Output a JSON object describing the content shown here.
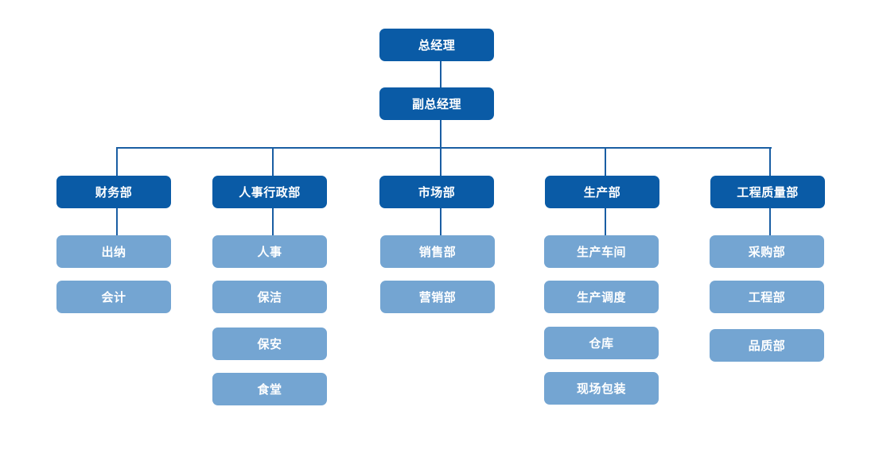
{
  "colors": {
    "primary": "#0a5ba6",
    "secondary": "#74a5d2",
    "connector": "#1a5ea3"
  },
  "top": {
    "ceo": "总经理",
    "deputy": "副总经理"
  },
  "departments": [
    {
      "name": "财务部",
      "children": [
        "出纳",
        "会计"
      ]
    },
    {
      "name": "人事行政部",
      "children": [
        "人事",
        "保洁",
        "保安",
        "食堂"
      ]
    },
    {
      "name": "市场部",
      "children": [
        "销售部",
        "营销部"
      ]
    },
    {
      "name": "生产部",
      "children": [
        "生产车间",
        "生产调度",
        "仓库",
        "现场包装"
      ]
    },
    {
      "name": "工程质量部",
      "children": [
        "采购部",
        "工程部",
        "品质部"
      ]
    }
  ]
}
